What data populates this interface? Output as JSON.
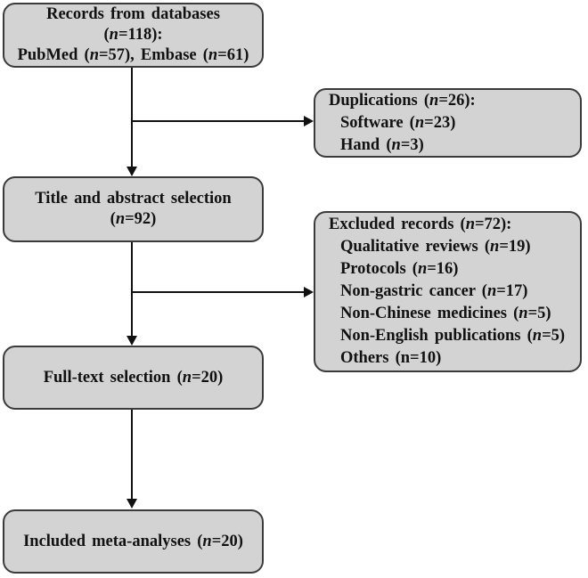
{
  "colors": {
    "box_fill": "#d3d3d3",
    "box_border": "#3b3b3b",
    "arrow": "#111111",
    "text": "#111111"
  },
  "nodes": {
    "records": {
      "label": "Records from databases (n=118): PubMed (n=57), Embase (n=61)",
      "lines": [
        {
          "indent": false,
          "segments": [
            {
              "t": "Records from databases"
            }
          ]
        },
        {
          "indent": false,
          "segments": [
            {
              "t": "("
            },
            {
              "t": "n",
              "i": true
            },
            {
              "t": "=118):"
            }
          ]
        },
        {
          "indent": false,
          "segments": [
            {
              "t": "PubMed ("
            },
            {
              "t": "n",
              "i": true
            },
            {
              "t": "=57), Embase ("
            },
            {
              "t": "n",
              "i": true
            },
            {
              "t": "=61)"
            }
          ]
        }
      ]
    },
    "duplications": {
      "label": "Duplications (n=26): Software (n=23), Hand (n=3)",
      "lines": [
        {
          "indent": false,
          "segments": [
            {
              "t": "Duplications ("
            },
            {
              "t": "n",
              "i": true
            },
            {
              "t": "=26):"
            }
          ]
        },
        {
          "indent": true,
          "segments": [
            {
              "t": "Software ("
            },
            {
              "t": "n",
              "i": true
            },
            {
              "t": "=23)"
            }
          ]
        },
        {
          "indent": true,
          "segments": [
            {
              "t": "Hand ("
            },
            {
              "t": "n",
              "i": true
            },
            {
              "t": "=3)"
            }
          ]
        }
      ]
    },
    "title_abstract": {
      "label": "Title and abstract selection (n=92)",
      "lines": [
        {
          "indent": false,
          "segments": [
            {
              "t": "Title and abstract selection"
            }
          ]
        },
        {
          "indent": false,
          "segments": [
            {
              "t": "("
            },
            {
              "t": "n",
              "i": true
            },
            {
              "t": "=92)"
            }
          ]
        }
      ]
    },
    "excluded": {
      "label": "Excluded records (n=72)",
      "lines": [
        {
          "indent": false,
          "segments": [
            {
              "t": "Excluded records ("
            },
            {
              "t": "n",
              "i": true
            },
            {
              "t": "=72):"
            }
          ]
        },
        {
          "indent": true,
          "segments": [
            {
              "t": "Qualitative reviews ("
            },
            {
              "t": "n",
              "i": true
            },
            {
              "t": "=19)"
            }
          ]
        },
        {
          "indent": true,
          "segments": [
            {
              "t": "Protocols ("
            },
            {
              "t": "n",
              "i": true
            },
            {
              "t": "=16)"
            }
          ]
        },
        {
          "indent": true,
          "segments": [
            {
              "t": "Non-gastric cancer ("
            },
            {
              "t": "n",
              "i": true
            },
            {
              "t": "=17)"
            }
          ]
        },
        {
          "indent": true,
          "segments": [
            {
              "t": "Non-Chinese medicines ("
            },
            {
              "t": "n",
              "i": true
            },
            {
              "t": "=5)"
            }
          ]
        },
        {
          "indent": true,
          "segments": [
            {
              "t": "Non-English publications ("
            },
            {
              "t": "n",
              "i": true
            },
            {
              "t": "=5)"
            }
          ]
        },
        {
          "indent": true,
          "segments": [
            {
              "t": "Others (n=10)"
            }
          ]
        }
      ]
    },
    "fulltext": {
      "label": "Full-text selection (n=20)",
      "lines": [
        {
          "indent": false,
          "segments": [
            {
              "t": "Full-text selection ("
            },
            {
              "t": "n",
              "i": true
            },
            {
              "t": "=20)"
            }
          ]
        }
      ]
    },
    "included": {
      "label": "Included meta-analyses (n=20)",
      "lines": [
        {
          "indent": false,
          "segments": [
            {
              "t": "Included meta-analyses ("
            },
            {
              "t": "n",
              "i": true
            },
            {
              "t": "=20)"
            }
          ]
        }
      ]
    }
  }
}
